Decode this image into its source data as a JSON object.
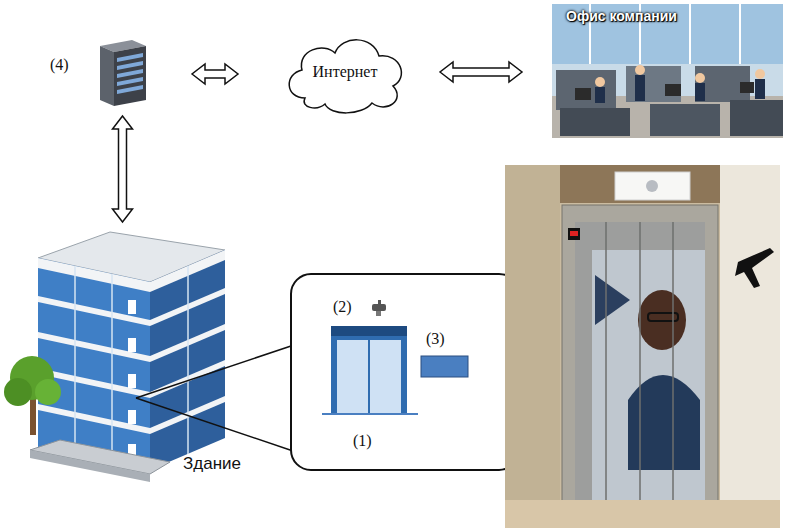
{
  "diagram": {
    "nodes": [
      {
        "text": [
          "(4)"
        ]
      },
      {
        "text": [
          "Интернет"
        ]
      },
      {
        "text": [
          "Офис компании"
        ]
      },
      {
        "text": [
          "Здание"
        ]
      }
    ],
    "edges": [
      {
        "from": 0,
        "to": 1,
        "arrow": "both"
      },
      {
        "from": 1,
        "to": 2,
        "arrow": "both"
      },
      {
        "from": 0,
        "to": 3,
        "arrow": "both"
      }
    ],
    "labels": [
      "(2)",
      "(3)",
      "(1)"
    ]
  }
}
